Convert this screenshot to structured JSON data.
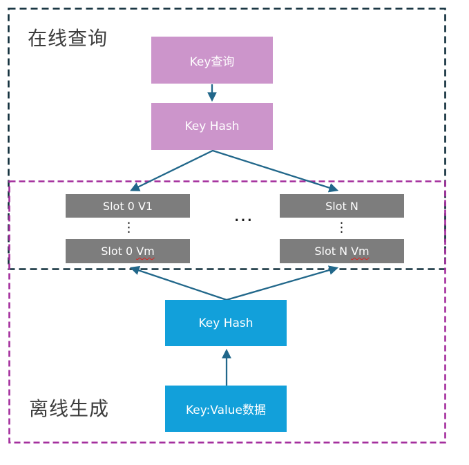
{
  "sections": {
    "online": {
      "label": "在线查询",
      "border_color": "#0F2D3A"
    },
    "storage": {
      "border_color": "#A32C9C"
    },
    "offline": {
      "label": "离线生成"
    }
  },
  "nodes": {
    "key_query": {
      "label": "Key查询",
      "fill": "#CC95CB"
    },
    "key_hash_online": {
      "label": "Key Hash",
      "fill": "#CC95CB"
    },
    "slot_0_v1": {
      "label": "Slot 0 V1",
      "fill": "#7D7D7D"
    },
    "slot_0_vm": {
      "prefix": "Slot 0",
      "suffix": "Vm",
      "fill": "#7D7D7D"
    },
    "slot_n": {
      "label": "Slot N",
      "fill": "#7D7D7D"
    },
    "slot_n_vm": {
      "prefix": "Slot N",
      "suffix": "Vm",
      "fill": "#7D7D7D"
    },
    "key_hash_offline": {
      "label": "Key Hash",
      "fill": "#12A0DA"
    },
    "key_value_data": {
      "label": "Key:Value数据",
      "fill": "#12A0DA"
    }
  },
  "ellipses": {
    "vertical_left": "⋮",
    "vertical_right": "⋮",
    "horizontal": "…"
  },
  "connector_color": "#21678A",
  "misspell_underline_color": "#e0201c"
}
